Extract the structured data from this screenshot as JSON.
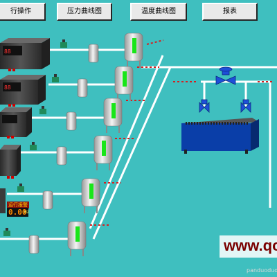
{
  "toolbar": {
    "run_operation": "行操作",
    "pressure_curve": "压力曲线图",
    "temperature_curve": "温度曲线图",
    "report": "报表"
  },
  "panel": {
    "running_status": "运行报警",
    "readout_value": "0.00",
    "readout_unit": "Hz"
  },
  "watermark": {
    "url": "www.qc",
    "small": "panduoduo"
  },
  "colors": {
    "background": "#3fbfbf",
    "pipe": "#ffffff",
    "tank_level": "#19e619",
    "valve": "#1e4fd8",
    "cabinet": "#3d3d3d",
    "pool": "#0a3ea8"
  }
}
